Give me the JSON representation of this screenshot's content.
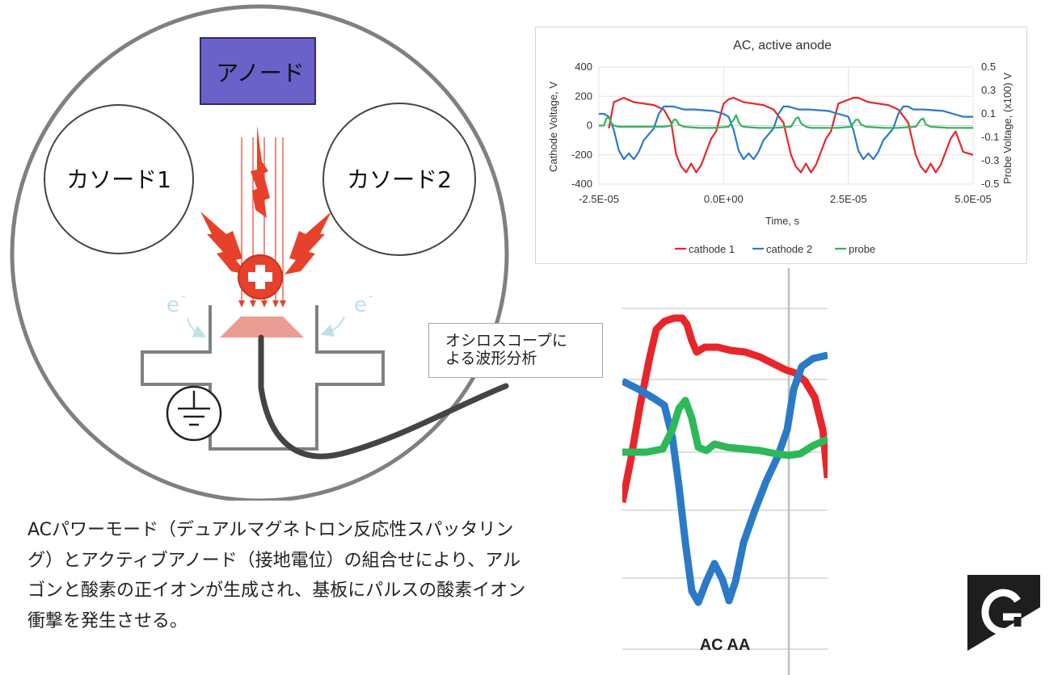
{
  "diagram": {
    "anode_label": "アノード",
    "cathode1_label": "カソード1",
    "cathode2_label": "カソード2",
    "electron_label": "e",
    "electron_sup": "-",
    "scope_box_line1": "オシロスコープに",
    "scope_box_line2": "よる波形分析",
    "colors": {
      "anode": "#6a62c8",
      "ion": "#e8412b",
      "target": "#eb9d92",
      "chamber": "#808080",
      "probe_cable": "#444444"
    }
  },
  "caption": {
    "line1": "ACパワーモード（デュアルマグネトロン反応性スパッタリン",
    "line2": "グ）とアクティブアノード（接地電位）の組合せにより、アル",
    "line3": "ゴンと酸素の正イオンが生成され、基板にパルスの酸素イオン",
    "line4": "衝撃を発生させる。"
  },
  "chart_data": {
    "type": "line",
    "title": "AC, active anode",
    "xlabel": "Time, s",
    "ylabel": "Cathode Voltage, V",
    "y2label": "Probe Voltage, (x100) V",
    "xlim": [
      -2.5e-05,
      5e-05
    ],
    "ylim": [
      -400,
      400
    ],
    "y2lim": [
      -0.5,
      0.5
    ],
    "x_ticks": [
      "-2.5E-05",
      "0.0E+00",
      "2.5E-05",
      "5.0E-05"
    ],
    "y_ticks": [
      "400",
      "200",
      "0",
      "-200",
      "-400"
    ],
    "y2_ticks": [
      "0.5",
      "0.3",
      "0.1",
      "-0.1",
      "-0.3",
      "-0.5"
    ],
    "period": 2.5e-05,
    "series": [
      {
        "name": "cathode 1",
        "color": "#e8262a",
        "axis": "y",
        "x": [
          -2.3e-05,
          -2.2e-05,
          -2e-05,
          -1.8e-05,
          -1.6e-05,
          -1.4e-05,
          -1.2e-05,
          -1.05e-05,
          -9.5e-06,
          -8.5e-06,
          -7.5e-06,
          -6.5e-06,
          -5.5e-06,
          -4.5e-06,
          -3.5e-06,
          -2.5e-06,
          -1.5e-06,
          0.0,
          1e-06,
          2e-06,
          4e-06,
          6e-06,
          8e-06,
          1e-05,
          1.2e-05,
          1.35e-05,
          1.45e-05,
          1.55e-05,
          1.65e-05,
          1.75e-05,
          1.85e-05,
          1.95e-05,
          2.05e-05,
          2.15e-05,
          2.3e-05,
          2.6e-05,
          2.7e-05,
          2.9e-05,
          3.1e-05,
          3.3e-05,
          3.5e-05,
          3.7e-05,
          3.85e-05,
          3.95e-05,
          4.05e-05,
          4.15e-05,
          4.25e-05,
          4.35e-05,
          4.45e-05,
          4.55e-05,
          4.65e-05,
          4.8e-05,
          5e-05
        ],
        "y": [
          -20,
          160,
          190,
          160,
          150,
          140,
          110,
          20,
          -200,
          -280,
          -320,
          -260,
          -320,
          -270,
          -180,
          -90,
          -40,
          150,
          180,
          190,
          160,
          150,
          140,
          110,
          20,
          -200,
          -280,
          -320,
          -260,
          -320,
          -270,
          -180,
          -90,
          -40,
          150,
          190,
          190,
          160,
          150,
          140,
          110,
          20,
          -200,
          -280,
          -320,
          -260,
          -320,
          -270,
          -180,
          -90,
          -40,
          -180,
          -200
        ]
      },
      {
        "name": "cathode 2",
        "color": "#2a7ac8",
        "axis": "y",
        "x": [
          -2.5e-05,
          -2.4e-05,
          -2.3e-05,
          -2.2e-05,
          -2.1e-05,
          -2e-05,
          -1.9e-05,
          -1.8e-05,
          -1.7e-05,
          -1.6e-05,
          -1.5e-05,
          -1.4e-05,
          -1.3e-05,
          -1.2e-05,
          -1e-05,
          -8e-06,
          -6e-06,
          -4e-06,
          -2e-06,
          0.0,
          1e-06,
          2e-06,
          3e-06,
          4e-06,
          5e-06,
          6e-06,
          7e-06,
          8e-06,
          9e-06,
          1e-05,
          1.1e-05,
          1.2e-05,
          1.3e-05,
          1.5e-05,
          1.7e-05,
          1.9e-05,
          2.1e-05,
          2.3e-05,
          2.5e-05,
          2.6e-05,
          2.7e-05,
          2.8e-05,
          2.9e-05,
          3e-05,
          3.1e-05,
          3.2e-05,
          3.3e-05,
          3.4e-05,
          3.5e-05,
          3.6e-05,
          3.7e-05,
          3.8e-05,
          4e-05,
          4.2e-05,
          4.4e-05,
          4.6e-05,
          4.8e-05,
          5e-05
        ],
        "y": [
          80,
          80,
          60,
          -30,
          -170,
          -230,
          -190,
          -230,
          -180,
          -100,
          -60,
          -20,
          80,
          130,
          130,
          110,
          110,
          105,
          100,
          80,
          60,
          -30,
          -170,
          -230,
          -190,
          -230,
          -180,
          -100,
          -60,
          -20,
          80,
          130,
          130,
          110,
          110,
          105,
          100,
          80,
          60,
          -30,
          -170,
          -230,
          -190,
          -230,
          -180,
          -100,
          -60,
          -20,
          80,
          130,
          130,
          110,
          110,
          105,
          100,
          80,
          60,
          60
        ]
      },
      {
        "name": "probe",
        "color": "#2db85a",
        "axis": "y2",
        "x": [
          -2.5e-05,
          -2.4e-05,
          -2.35e-05,
          -2.3e-05,
          -2.25e-05,
          -2.2e-05,
          -2.1e-05,
          -1.8e-05,
          -1.5e-05,
          -1.2e-05,
          -1.05e-05,
          -1e-05,
          -9.5e-06,
          -9e-06,
          -8e-06,
          -5e-06,
          -2e-06,
          1e-06,
          2e-06,
          2.5e-06,
          3e-06,
          3.5e-06,
          4e-06,
          7e-06,
          1e-05,
          1.35e-05,
          1.45e-05,
          1.5e-05,
          1.55e-05,
          1.65e-05,
          1.75e-05,
          2e-05,
          2.3e-05,
          2.55e-05,
          2.65e-05,
          2.7e-05,
          2.75e-05,
          2.85e-05,
          3.2e-05,
          3.5e-05,
          3.85e-05,
          3.95e-05,
          4e-05,
          4.05e-05,
          4.15e-05,
          4.5e-05,
          4.8e-05,
          5e-05
        ],
        "y": [
          0.0,
          0.0,
          0.06,
          0.07,
          0.02,
          0.0,
          -0.01,
          -0.01,
          -0.01,
          -0.01,
          0.0,
          0.05,
          0.05,
          0.01,
          -0.01,
          -0.02,
          -0.02,
          -0.01,
          0.05,
          0.09,
          0.03,
          0.0,
          -0.01,
          -0.02,
          -0.02,
          -0.01,
          0.06,
          0.07,
          0.02,
          -0.01,
          -0.02,
          -0.02,
          -0.02,
          -0.01,
          0.05,
          0.05,
          0.01,
          -0.01,
          -0.02,
          -0.02,
          -0.01,
          0.05,
          0.06,
          0.01,
          -0.01,
          -0.02,
          -0.02,
          -0.02
        ]
      }
    ],
    "legend": "bottom",
    "grid": true
  },
  "zoom": {
    "label": "AC AA"
  }
}
